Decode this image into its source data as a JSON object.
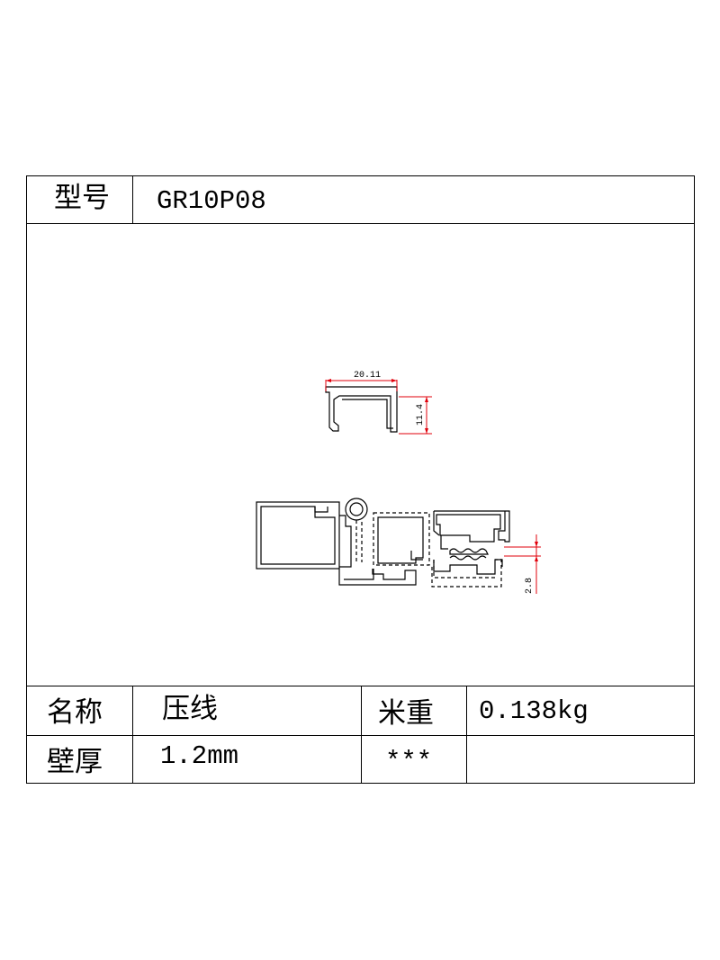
{
  "header": {
    "model_label": "型号",
    "model_value": "GR10P08"
  },
  "drawing": {
    "dimension_width": "20.11",
    "dimension_height": "11.4",
    "dimension_gap": "2.8"
  },
  "specs": {
    "name_label": "名称",
    "name_value": "压线",
    "weight_label": "米重",
    "weight_value": "0.138kg",
    "thickness_label": "壁厚",
    "thickness_value": "1.2mm",
    "extra_value": "***",
    "extra_empty": ""
  },
  "colors": {
    "dimension_line": "#e0000b",
    "outline": "#000000"
  }
}
